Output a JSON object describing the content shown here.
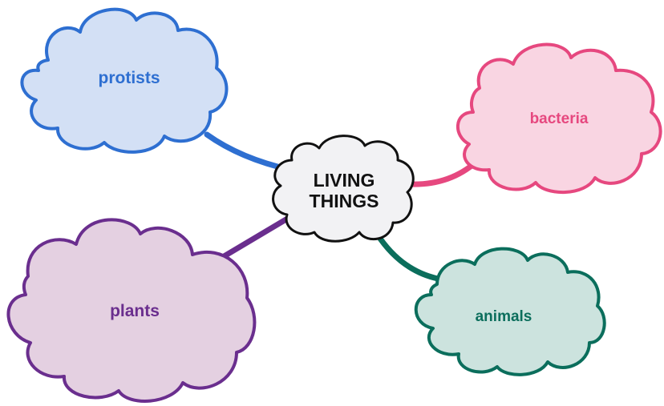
{
  "diagram": {
    "type": "mind-map",
    "central": {
      "line1": "LIVING",
      "line2": "THINGS",
      "fill": "#f2f2f4",
      "stroke": "#111111"
    },
    "branches": [
      {
        "id": "protists",
        "label": "protists",
        "fill": "#d3e0f5",
        "stroke": "#2e6fd1",
        "position": "top-left"
      },
      {
        "id": "bacteria",
        "label": "bacteria",
        "fill": "#f9d5e2",
        "stroke": "#e6487f",
        "position": "top-right"
      },
      {
        "id": "plants",
        "label": "plants",
        "fill": "#e4d0e1",
        "stroke": "#6a2e8e",
        "position": "bottom-left"
      },
      {
        "id": "animals",
        "label": "animals",
        "fill": "#cce3de",
        "stroke": "#0b6e5c",
        "position": "bottom-right"
      }
    ],
    "edges": [
      {
        "from": "LIVING THINGS",
        "to": "protists"
      },
      {
        "from": "LIVING THINGS",
        "to": "bacteria"
      },
      {
        "from": "LIVING THINGS",
        "to": "plants"
      },
      {
        "from": "LIVING THINGS",
        "to": "animals"
      }
    ]
  }
}
